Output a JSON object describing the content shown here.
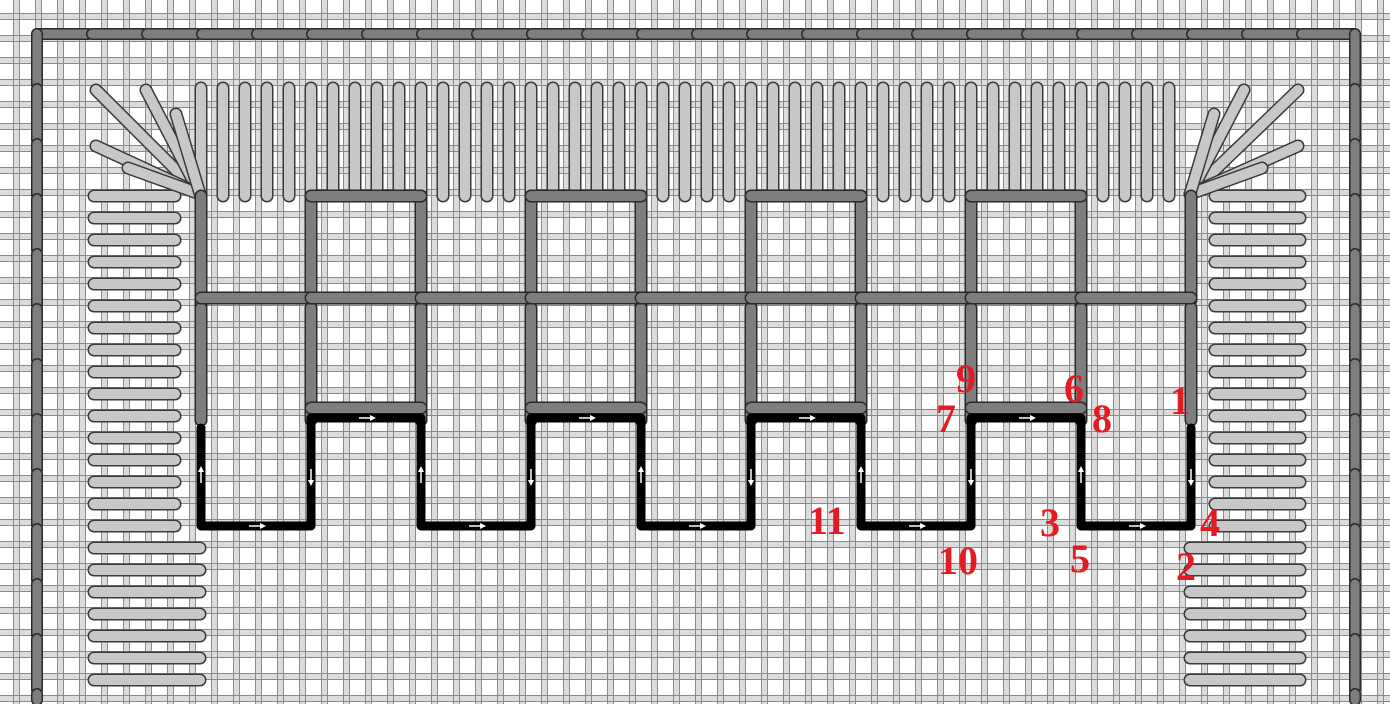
{
  "diagram": {
    "colors": {
      "canvas_thread_fill": "#dcdcdc",
      "canvas_thread_stroke": "#8a8a8a",
      "light_stitch_fill": "#c8c8c8",
      "light_stitch_stroke": "#3a3a3a",
      "dark_stitch_fill": "#7e7e7e",
      "dark_stitch_stroke": "#2a2a2a",
      "current_stitch": "#000000",
      "direction_arrow": "#ffffff",
      "step_number": "#e31b23"
    },
    "icons": {
      "direction_arrow": "arrow-icon"
    },
    "step_numbers": [
      "1",
      "2",
      "3",
      "4",
      "5",
      "6",
      "7",
      "8",
      "9",
      "10",
      "11"
    ]
  }
}
